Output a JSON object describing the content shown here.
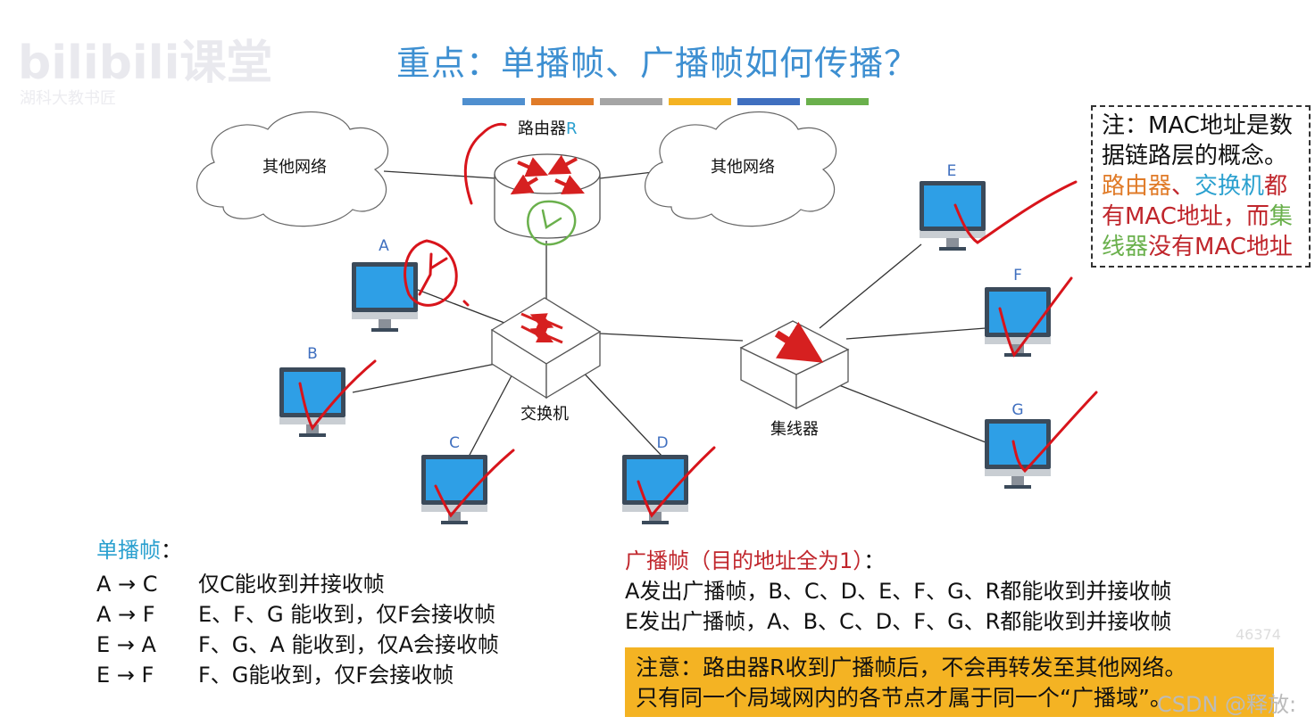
{
  "logo": {
    "text": "bilibili课堂",
    "sub": "湖科大教书匠"
  },
  "title": "重点：单播帧、广播帧如何传播？",
  "colors": {
    "title": "#3d8fd1",
    "red": "#c0262c",
    "orange": "#e07b28",
    "blue": "#2aa0cf",
    "green": "#6ab04c",
    "highlight": "#f4b323"
  },
  "color_bar": [
    "#4f8fcf",
    "#e07b28",
    "#a5a5a5",
    "#f4b323",
    "#3f6fbf",
    "#6ab04c"
  ],
  "diagram": {
    "cloud_left": "其他网络",
    "cloud_right": "其他网络",
    "router_label": "路由器",
    "router_letter": "R",
    "switch_label": "交换机",
    "hub_label": "集线器",
    "hosts": [
      "A",
      "B",
      "C",
      "D",
      "E",
      "F",
      "G"
    ]
  },
  "note": {
    "line1": "注：MAC地址是数",
    "line2": "据链路层的概念。",
    "l3_router": "路由器",
    "l3_sep": "、",
    "l3_switch": "交换机",
    "l3_end": "都",
    "l4_start": "有MAC地址，而",
    "l4_hub": "集",
    "l5_hub": "线器",
    "l5_end": "没有MAC地址"
  },
  "unicast": {
    "heading": "单播帧",
    "colon": "：",
    "rows": [
      {
        "pair": "A → C",
        "text": "仅C能收到并接收帧"
      },
      {
        "pair": "A → F",
        "text": "E、F、G 能收到，仅F会接收帧"
      },
      {
        "pair": "E → A",
        "text": "F、G、A 能收到，仅A会接收帧"
      },
      {
        "pair": "E → F",
        "text": "F、G能收到，仅F会接收帧"
      }
    ]
  },
  "broadcast": {
    "heading": "广播帧（目的地址全为1）",
    "colon": "：",
    "line1": "A发出广播帧，B、C、D、E、F、G、R都能收到并接收帧",
    "line2": "E发出广播帧，A、B、C、D、F、G、R都能收到并接收帧"
  },
  "warning": {
    "line1": "注意：路由器R收到广播帧后，不会再转发至其他网络。",
    "line2": "只有同一个局域网内的各节点才属于同一个“广播域”。"
  },
  "watermark": "CSDN @释放:",
  "watermark2": "46374"
}
